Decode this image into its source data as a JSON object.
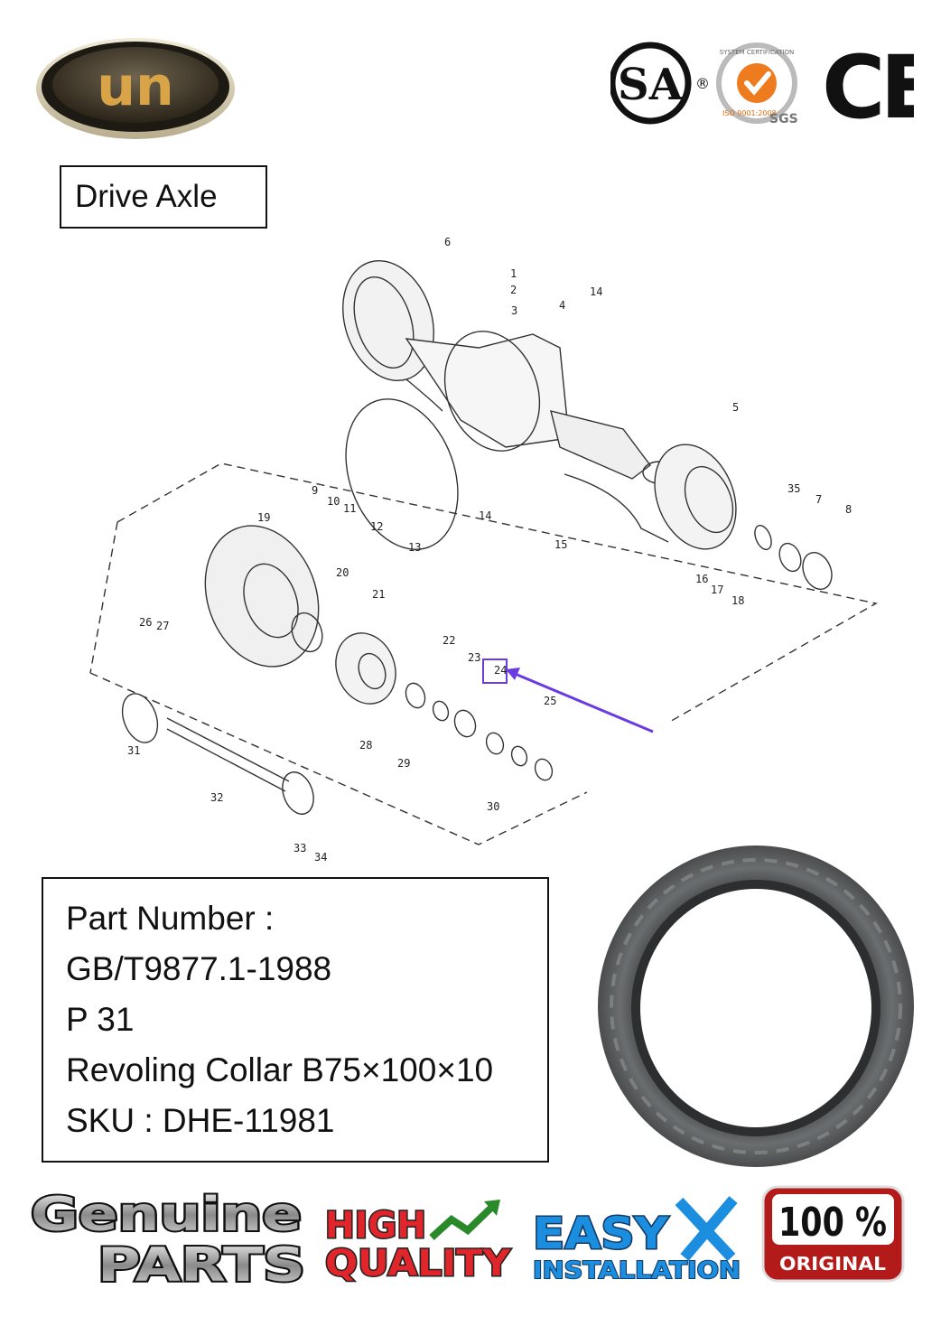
{
  "brand": {
    "logo_text": "un"
  },
  "certs": {
    "csa": "SA",
    "sgs_ring_text": "SYSTEM CERTIFICATION",
    "sgs_iso": "ISO 9001:2008",
    "sgs_label": "SGS",
    "ce": "CE"
  },
  "title": "Drive Axle",
  "diagram": {
    "callouts": [
      "1",
      "2",
      "3",
      "4",
      "5",
      "6",
      "7",
      "8",
      "9",
      "10",
      "11",
      "12",
      "13",
      "14",
      "14",
      "15",
      "16",
      "17",
      "18",
      "19",
      "20",
      "21",
      "22",
      "23",
      "24",
      "25",
      "26",
      "27",
      "28",
      "29",
      "30",
      "31",
      "32",
      "33",
      "34",
      "35"
    ],
    "highlight": "24",
    "highlight_color": "#6a3be0"
  },
  "part": {
    "line1": "Part Number :",
    "line2": "GB/T9877.1-1988",
    "line3": "P 31",
    "line4": "Revoling Collar B75×100×10",
    "line5": "SKU : DHE-11981"
  },
  "badges": {
    "genuine_top": "Genuine",
    "genuine_bottom": "PARTS",
    "high": "HIGH",
    "quality": "QUALITY",
    "easy": "EASY",
    "installation": "INSTALLATION",
    "pct": "100 %",
    "original": "ORIGINAL"
  }
}
